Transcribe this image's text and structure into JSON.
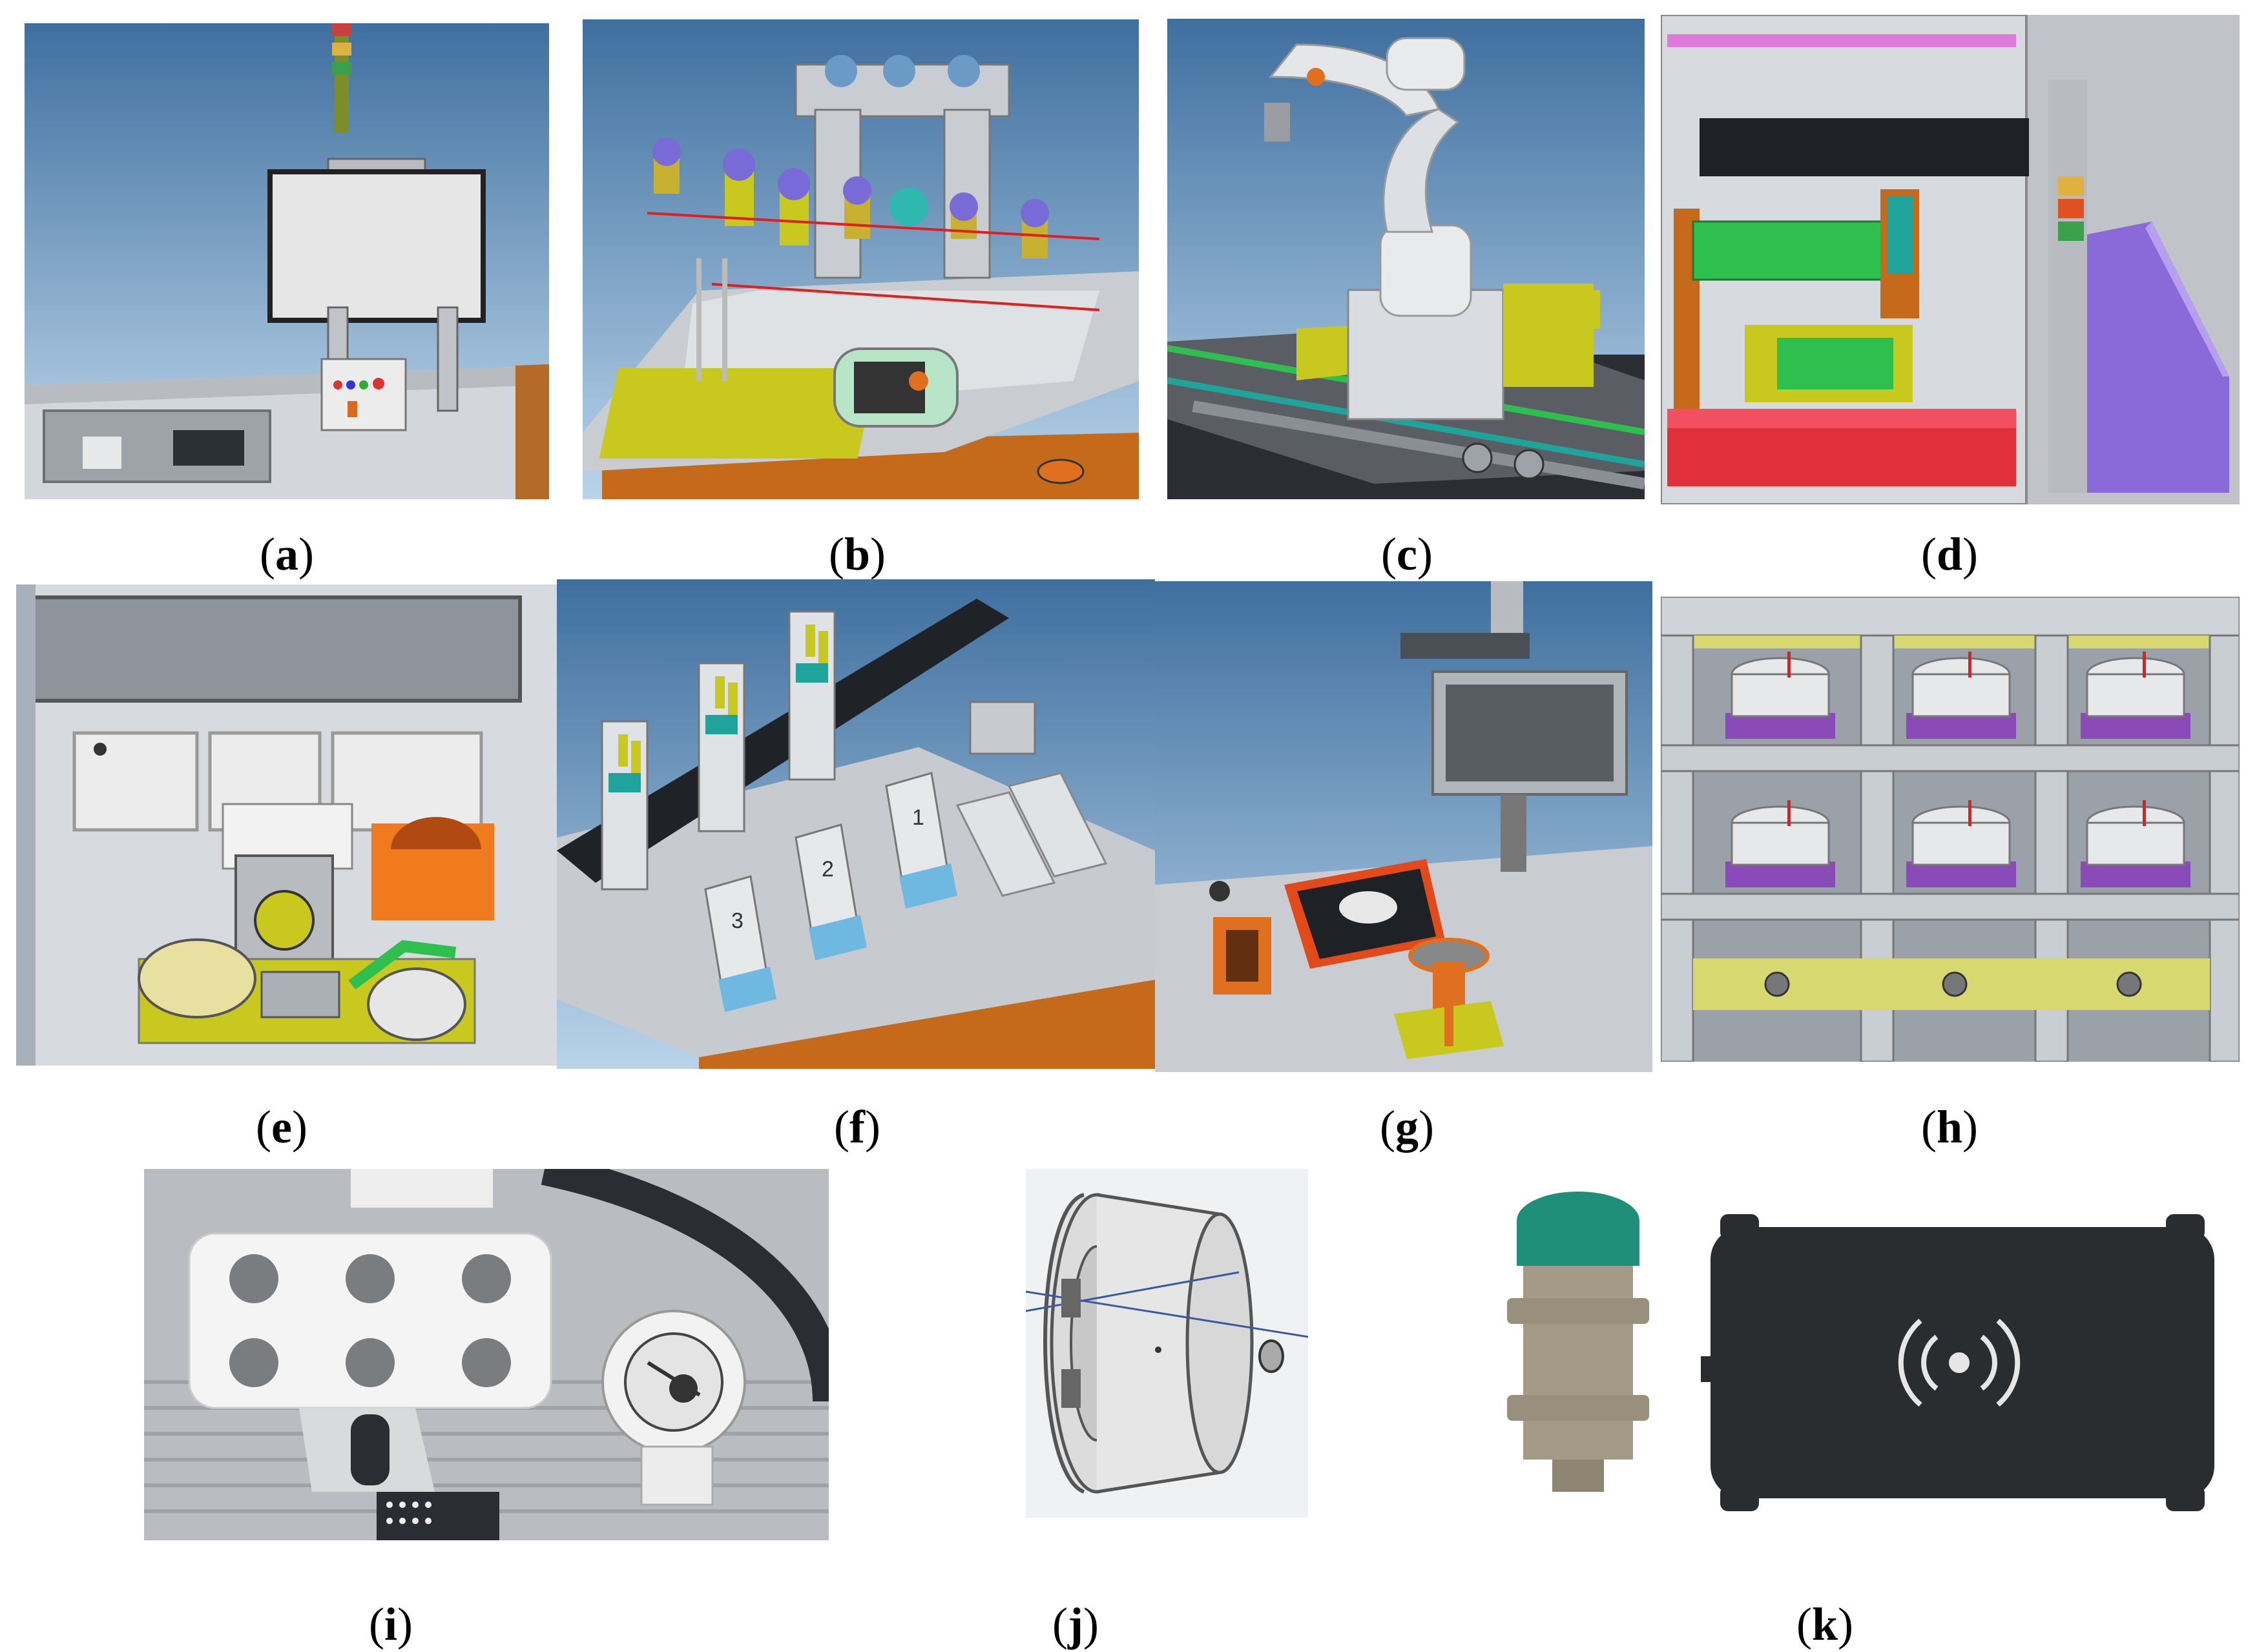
{
  "panels": [
    {
      "id": "a",
      "caption_letter": "a"
    },
    {
      "id": "b",
      "caption_letter": "b"
    },
    {
      "id": "c",
      "caption_letter": "c"
    },
    {
      "id": "d",
      "caption_letter": "d"
    },
    {
      "id": "e",
      "caption_letter": "e"
    },
    {
      "id": "f",
      "caption_letter": "f"
    },
    {
      "id": "g",
      "caption_letter": "g"
    },
    {
      "id": "h",
      "caption_letter": "h"
    },
    {
      "id": "i",
      "caption_letter": "i"
    },
    {
      "id": "j",
      "caption_letter": "j"
    },
    {
      "id": "k",
      "caption_letter": "k"
    }
  ],
  "labels": {
    "f_slot_1": "1",
    "f_slot_2": "2",
    "f_slot_3": "3"
  },
  "colors": {
    "sky_top": "#3f6f9f",
    "sky_bottom": "#b9d4ea",
    "table_gray": "#c9cdd2",
    "cabinet_orange": "#c46a1a",
    "accent_yellow": "#c8c81e",
    "accent_green": "#2fbf4f",
    "accent_purple": "#8a6ad8",
    "accent_teal": "#1fa39a"
  }
}
